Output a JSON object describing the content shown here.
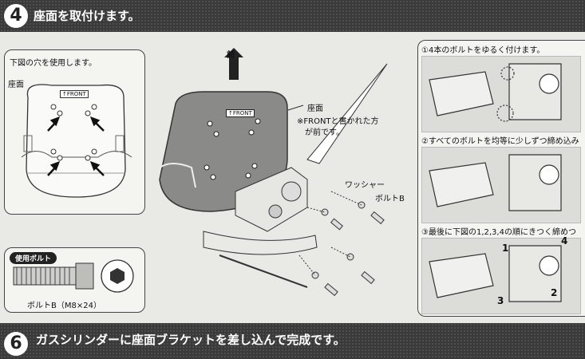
{
  "header": {
    "step": "4",
    "title": "座面を取付けます。"
  },
  "left_panel": {
    "instruction": "下図の穴を使用します。",
    "seat_label": "座面",
    "front_tag": "↑FRONT"
  },
  "bolt_panel": {
    "tag": "使用ボルト",
    "caption": "ボルトB（M8×24）"
  },
  "center": {
    "front_label": "前",
    "seat_label": "座面",
    "note_line1": "※FRONTと書かれた方",
    "note_line2": "が前です。",
    "washer_label": "ワッシャー",
    "bolt_label": "ボルトB",
    "front_tag": "↑FRONT"
  },
  "steps": [
    {
      "text": "①4本のボルトをゆるく付けます。"
    },
    {
      "text": "②すべてのボルトを均等に少しずつ締め込み"
    },
    {
      "text": "③最後に下図の1,2,3,4の順にきつく締めつ"
    }
  ],
  "order_numbers": [
    "1",
    "4",
    "3",
    "2"
  ],
  "footer": {
    "step": "6",
    "title": "ガスシリンダーに座面ブラケットを差し込んで完成です。"
  }
}
